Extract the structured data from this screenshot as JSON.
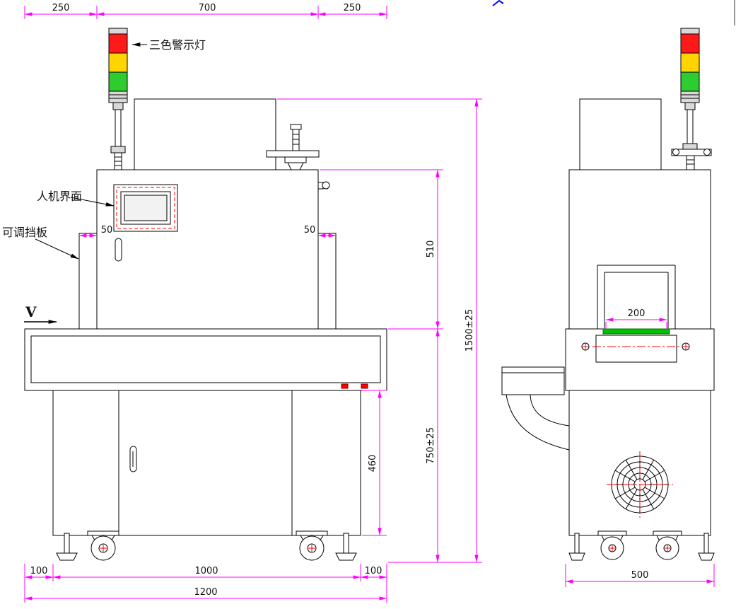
{
  "colors": {
    "dimension_line": "#FF00FF",
    "outline": "#000000",
    "light_red": "#FF1A1A",
    "light_yellow": "#FFD400",
    "light_green": "#2ECC2E",
    "belt_green": "#00C000",
    "centerline_red": "#FF0000",
    "indicator_red": "#FF0000",
    "mark_blue": "#0000FF"
  },
  "labels": {
    "warning_light": "三色警示灯",
    "hmi_panel": "人机界面",
    "adjustable_baffle": "可调挡板",
    "view_marker": "V"
  },
  "front_view": {
    "dims": {
      "top_left_overhang": "250",
      "top_body_width": "700",
      "top_right_overhang": "250",
      "baffle_left_width": "50",
      "baffle_right_width": "50",
      "upper_section_height": "510",
      "overall_height": "1500±25",
      "table_height": "750±25",
      "base_cabinet_height": "460",
      "bottom_left_offset": "100",
      "wheelbase_width": "1000",
      "bottom_right_offset": "100",
      "overall_width": "1200"
    }
  },
  "side_view": {
    "dims": {
      "belt_opening_width": "200",
      "overall_depth": "500"
    }
  }
}
